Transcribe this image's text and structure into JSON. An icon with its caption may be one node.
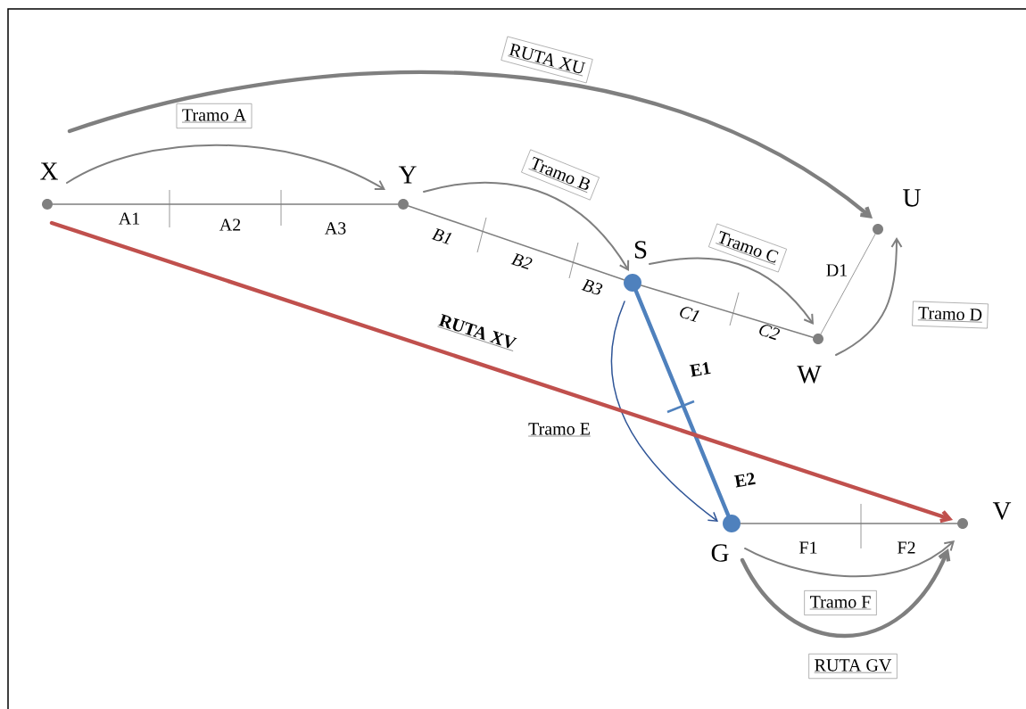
{
  "diagram": {
    "nodes": [
      {
        "text": [],
        "shape": "circle",
        "beside": [
          "X"
        ]
      },
      {
        "text": [],
        "shape": "circle",
        "beside": [
          "Y"
        ]
      },
      {
        "text": [],
        "shape": "circle",
        "beside": [
          "S"
        ]
      },
      {
        "text": [],
        "shape": "circle",
        "beside": [
          "W"
        ]
      },
      {
        "text": [],
        "shape": "circle",
        "beside": [
          "U"
        ]
      },
      {
        "text": [],
        "shape": "circle",
        "beside": [
          "G"
        ]
      },
      {
        "text": [],
        "shape": "circle",
        "beside": [
          "V"
        ]
      }
    ],
    "edges": [
      {
        "from": 0,
        "to": 1,
        "arrow": "none"
      },
      {
        "from": 1,
        "to": 2,
        "arrow": "none"
      },
      {
        "from": 2,
        "to": 3,
        "arrow": "none"
      },
      {
        "from": 3,
        "to": 4,
        "arrow": "none"
      },
      {
        "from": 2,
        "to": 5,
        "arrow": "none",
        "style": "thick",
        "color": "#4f81bd"
      },
      {
        "from": 5,
        "to": 6,
        "arrow": "none"
      },
      {
        "from": 0,
        "to": 1,
        "arrow": "to",
        "label": "Tramo A"
      },
      {
        "from": 1,
        "to": 2,
        "arrow": "to",
        "label": "Tramo B"
      },
      {
        "from": 2,
        "to": 3,
        "arrow": "to",
        "label": "Tramo C"
      },
      {
        "from": 3,
        "to": 4,
        "arrow": "to",
        "label": "Tramo D"
      },
      {
        "from": 2,
        "to": 5,
        "arrow": "to",
        "label": "Tramo E",
        "color": "#2f5597"
      },
      {
        "from": 5,
        "to": 6,
        "arrow": "to",
        "label": "Tramo F"
      },
      {
        "from": 0,
        "to": 4,
        "arrow": "to",
        "label": "RUTA XU",
        "style": "thick"
      },
      {
        "from": 0,
        "to": 6,
        "arrow": "to",
        "label": "RUTA XV",
        "style": "thick",
        "color": "#c0504d"
      },
      {
        "from": 5,
        "to": 6,
        "arrow": "to",
        "label": "RUTA GV",
        "style": "thick"
      }
    ],
    "labels": [
      "A1",
      "A2",
      "A3",
      "B1",
      "B2",
      "B3",
      "C1",
      "C2",
      "D1",
      "E1",
      "E2",
      "F1",
      "F2"
    ]
  }
}
